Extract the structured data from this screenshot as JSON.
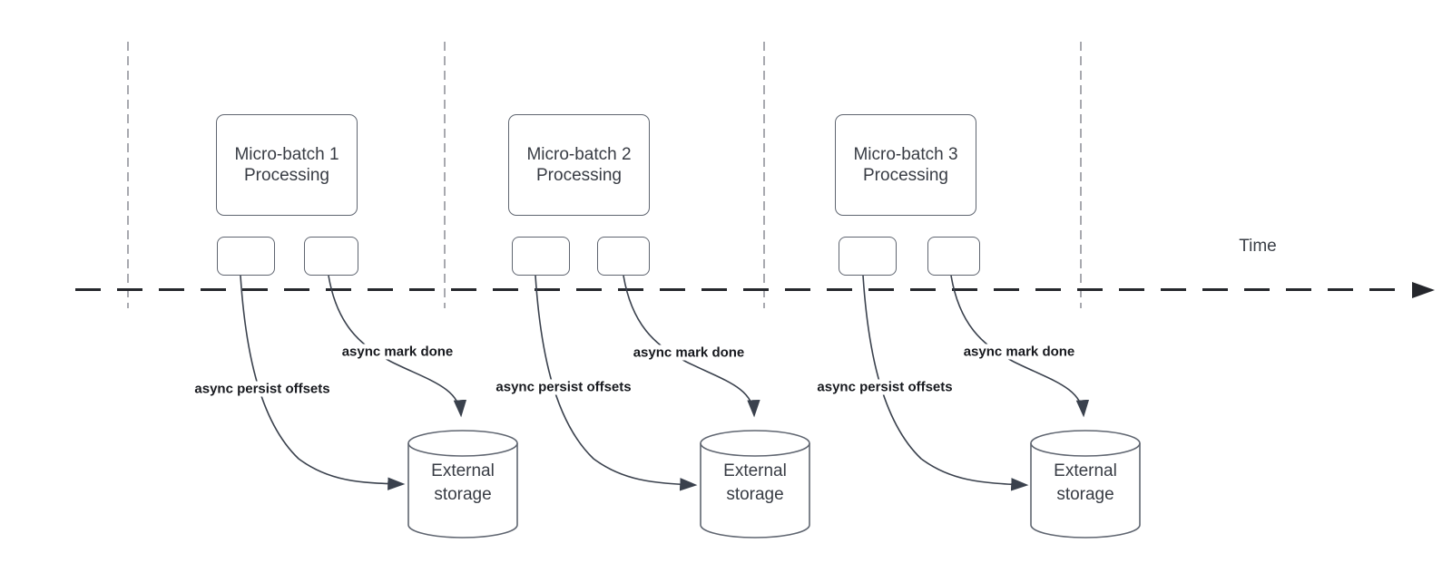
{
  "colors": {
    "background": "#ffffff",
    "timeline_line": "#25272c",
    "divider_line": "#a8a9af",
    "shape_border": "#5f6570",
    "shape_text": "#383c44",
    "arrow_stroke": "#3a414d",
    "edge_label_text": "#17191e"
  },
  "timeline": {
    "label": "Time"
  },
  "batches": [
    {
      "title_line1": "Micro-batch 1",
      "title_line2": "Processing",
      "persist_label": "async persist offsets",
      "done_label": "async mark done",
      "storage_line1": "External",
      "storage_line2": "storage"
    },
    {
      "title_line1": "Micro-batch 2",
      "title_line2": "Processing",
      "persist_label": "async persist offsets",
      "done_label": "async mark done",
      "storage_line1": "External",
      "storage_line2": "storage"
    },
    {
      "title_line1": "Micro-batch 3",
      "title_line2": "Processing",
      "persist_label": "async persist offsets",
      "done_label": "async mark done",
      "storage_line1": "External",
      "storage_line2": "storage"
    }
  ]
}
